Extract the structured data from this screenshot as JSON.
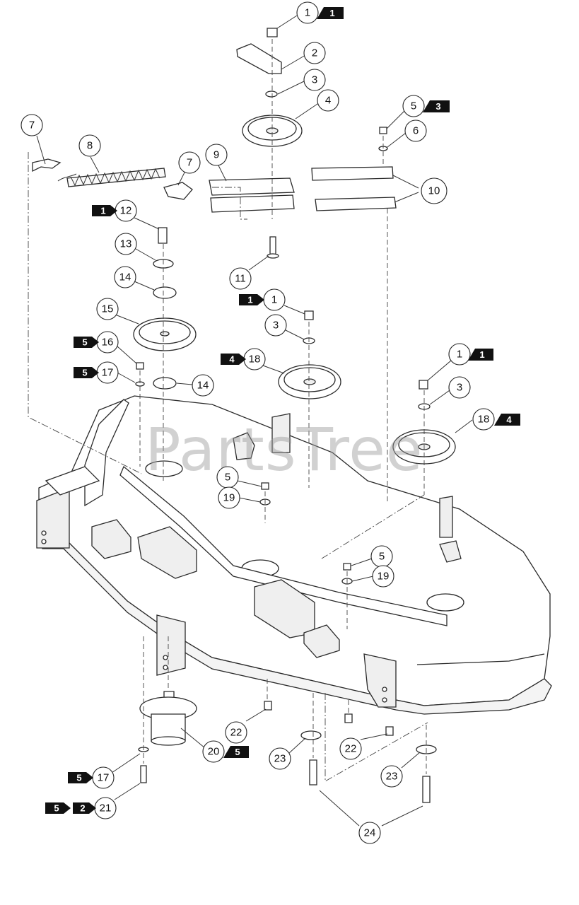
{
  "watermark": "PartsTree",
  "callouts": [
    {
      "id": "c1a",
      "number": "1"
    },
    {
      "id": "c2",
      "number": "2"
    },
    {
      "id": "c3a",
      "number": "3"
    },
    {
      "id": "c4",
      "number": "4"
    },
    {
      "id": "c5a",
      "number": "5"
    },
    {
      "id": "c6",
      "number": "6"
    },
    {
      "id": "c7a",
      "number": "7"
    },
    {
      "id": "c8",
      "number": "8"
    },
    {
      "id": "c7b",
      "number": "7"
    },
    {
      "id": "c9",
      "number": "9"
    },
    {
      "id": "c10",
      "number": "10"
    },
    {
      "id": "c12",
      "number": "12"
    },
    {
      "id": "c13",
      "number": "13"
    },
    {
      "id": "c14a",
      "number": "14"
    },
    {
      "id": "c11",
      "number": "11"
    },
    {
      "id": "c1b",
      "number": "1"
    },
    {
      "id": "c15",
      "number": "15"
    },
    {
      "id": "c3b",
      "number": "3"
    },
    {
      "id": "c16",
      "number": "16"
    },
    {
      "id": "c18a",
      "number": "18"
    },
    {
      "id": "c17a",
      "number": "17"
    },
    {
      "id": "c14b",
      "number": "14"
    },
    {
      "id": "c1c",
      "number": "1"
    },
    {
      "id": "c3c",
      "number": "3"
    },
    {
      "id": "c18b",
      "number": "18"
    },
    {
      "id": "c5b",
      "number": "5"
    },
    {
      "id": "c19a",
      "number": "19"
    },
    {
      "id": "c5c",
      "number": "5"
    },
    {
      "id": "c19b",
      "number": "19"
    },
    {
      "id": "c22a",
      "number": "22"
    },
    {
      "id": "c20",
      "number": "20"
    },
    {
      "id": "c22b",
      "number": "22"
    },
    {
      "id": "c23a",
      "number": "23"
    },
    {
      "id": "c23b",
      "number": "23"
    },
    {
      "id": "c17b",
      "number": "17"
    },
    {
      "id": "c21",
      "number": "21"
    },
    {
      "id": "c24",
      "number": "24"
    }
  ],
  "flags": [
    {
      "id": "f1",
      "text": "1"
    },
    {
      "id": "f2",
      "text": "3"
    },
    {
      "id": "f3",
      "text": "1"
    },
    {
      "id": "f4",
      "text": "1"
    },
    {
      "id": "f5",
      "text": "5"
    },
    {
      "id": "f6",
      "text": "4"
    },
    {
      "id": "f7",
      "text": "5"
    },
    {
      "id": "f8",
      "text": "1"
    },
    {
      "id": "f9",
      "text": "4"
    },
    {
      "id": "f10",
      "text": "5"
    },
    {
      "id": "f11",
      "text": "5"
    },
    {
      "id": "f12",
      "text": "5"
    },
    {
      "id": "f13",
      "text": "2"
    }
  ]
}
